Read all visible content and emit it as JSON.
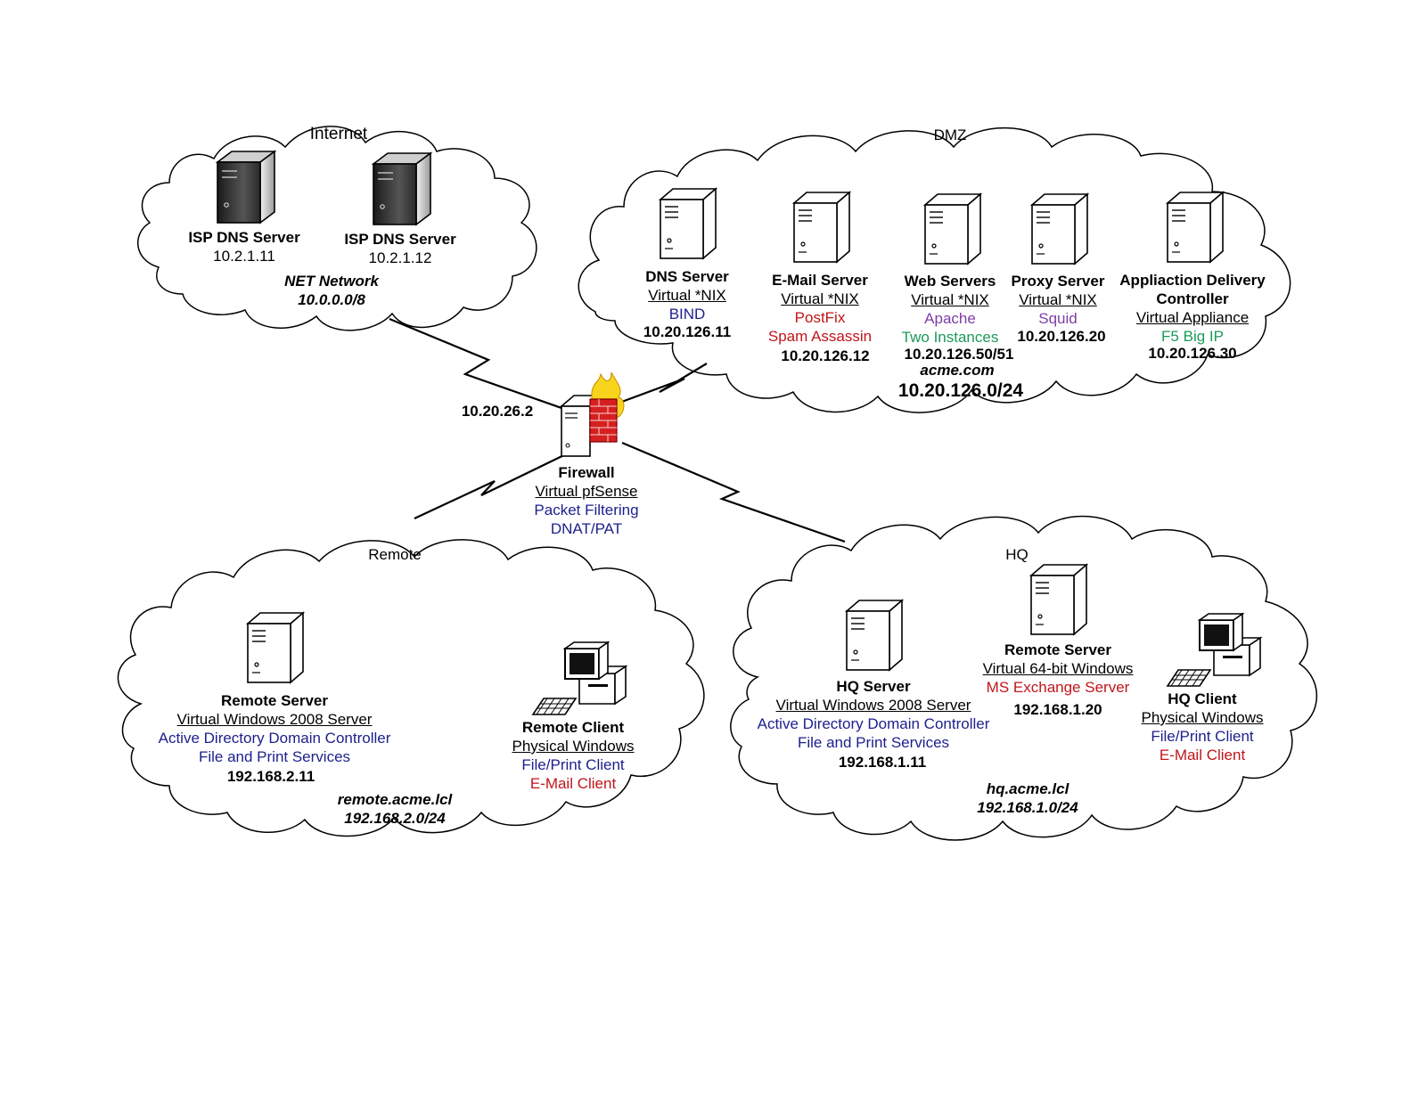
{
  "colors": {
    "services_blue": "#1c1f8c",
    "services_red": "#c0151b",
    "services_green": "#1b9a5a",
    "services_purple": "#7d3ca6"
  },
  "internet": {
    "title": "Internet",
    "server1": {
      "name": "ISP DNS Server",
      "ip": "10.2.1.11"
    },
    "server2": {
      "name": "ISP DNS Server",
      "ip": "10.2.1.12"
    },
    "network_name": "NET Network",
    "network_cidr": "10.0.0.0/8"
  },
  "dmz": {
    "title": "DMZ",
    "dns": {
      "name": "DNS Server",
      "platform": "Virtual *NIX",
      "service": "BIND",
      "ip": "10.20.126.11"
    },
    "email": {
      "name": "E-Mail Server",
      "platform": "Virtual *NIX",
      "service1": "PostFix",
      "service2": "Spam Assassin",
      "ip": "10.20.126.12"
    },
    "web": {
      "name": "Web Servers",
      "platform": "Virtual *NIX",
      "service1": "Apache",
      "service2": "Two Instances",
      "ip": "10.20.126.50/51"
    },
    "proxy": {
      "name": "Proxy Server",
      "platform": "Virtual *NIX",
      "service": "Squid",
      "ip": "10.20.126.20"
    },
    "adc": {
      "name_line1": "Appliaction Delivery",
      "name_line2": "Controller",
      "platform": "Virtual Appliance",
      "service": "F5 Big IP",
      "ip": "10.20.126.30"
    },
    "domain": "acme.com",
    "network_cidr": "10.20.126.0/24"
  },
  "firewall": {
    "ip": "10.20.26.2",
    "name": "Firewall",
    "platform": "Virtual pfSense",
    "service1": "Packet Filtering",
    "service2": "DNAT/PAT"
  },
  "remote": {
    "title": "Remote",
    "server": {
      "name": "Remote Server",
      "platform": "Virtual Windows 2008 Server",
      "service1": "Active Directory Domain Controller",
      "service2": "File and Print Services",
      "ip": "192.168.2.11"
    },
    "client": {
      "name": "Remote Client",
      "platform": "Physical Windows",
      "service1": "File/Print Client",
      "service2": "E-Mail Client"
    },
    "domain": "remote.acme.lcl",
    "network_cidr": "192.168.2.0/24"
  },
  "hq": {
    "title": "HQ",
    "hq_server": {
      "name": "HQ Server",
      "platform": "Virtual Windows 2008 Server",
      "service1": "Active Directory Domain Controller",
      "service2": "File and Print Services",
      "ip": "192.168.1.11"
    },
    "remote_server": {
      "name": "Remote Server",
      "platform": "Virtual 64-bit Windows",
      "service": "MS Exchange Server",
      "ip": "192.168.1.20"
    },
    "client": {
      "name": "HQ Client",
      "platform": "Physical Windows",
      "service1": "File/Print Client",
      "service2": "E-Mail Client"
    },
    "domain": "hq.acme.lcl",
    "network_cidr": "192.168.1.0/24"
  }
}
